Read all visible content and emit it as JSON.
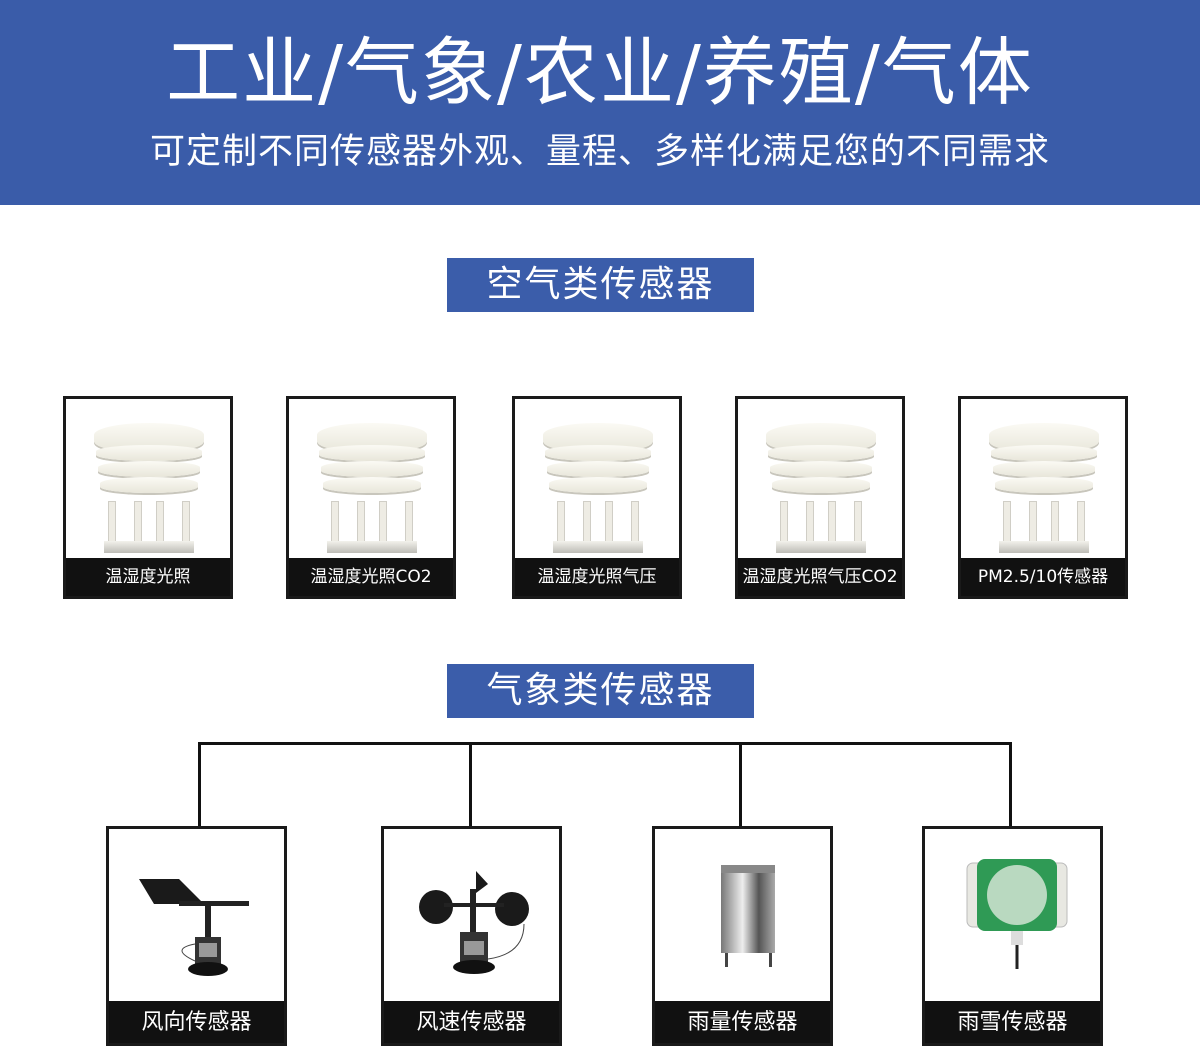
{
  "header": {
    "title": "工业/气象/农业/养殖/气体",
    "subtitle": "可定制不同传感器外观、量程、多样化满足您的不同需求"
  },
  "colors": {
    "brand_blue": "#3a5ca9",
    "label_black": "#111111"
  },
  "air_section": {
    "title": "空气类传感器",
    "items": [
      "温湿度光照",
      "温湿度光照CO2",
      "温湿度光照气压",
      "温湿度光照气压CO2",
      "PM2.5/10传感器"
    ]
  },
  "weather_section": {
    "title": "气象类传感器",
    "items": [
      "风向传感器",
      "风速传感器",
      "雨量传感器",
      "雨雪传感器"
    ]
  }
}
